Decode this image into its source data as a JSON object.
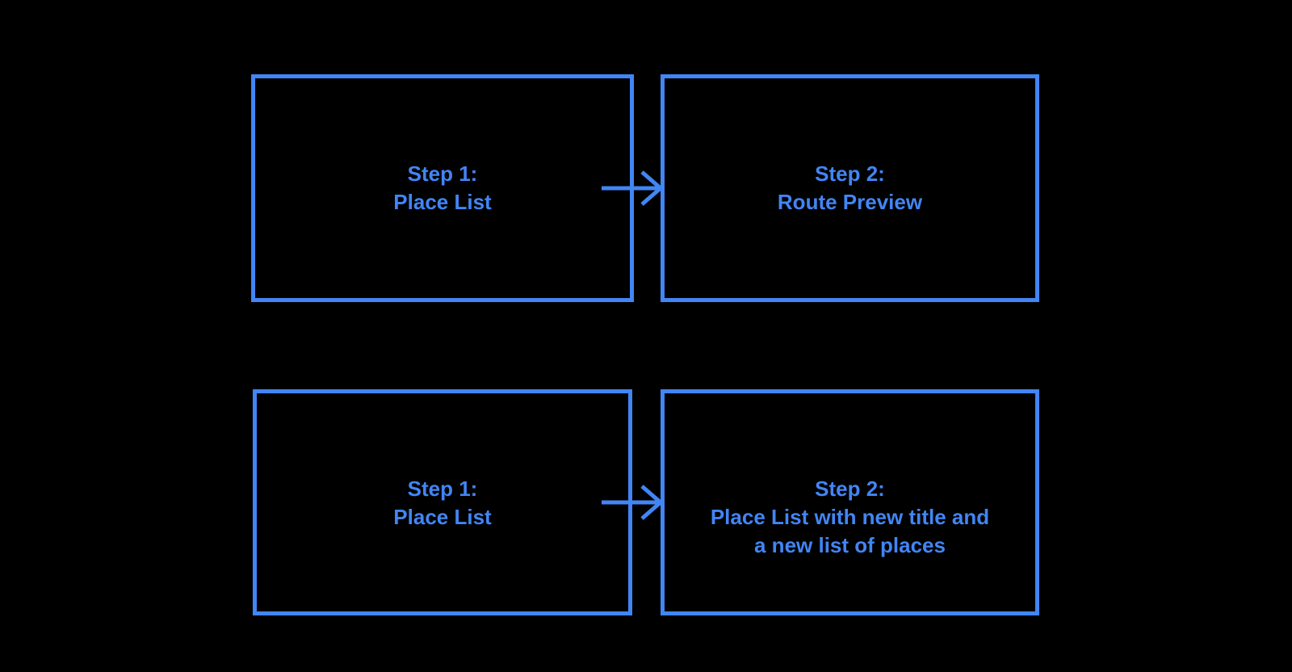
{
  "diagram": {
    "background_color": "#000000",
    "accent_color": "#4285F4",
    "rows": [
      {
        "from": {
          "lines": [
            "Step 1:",
            "Place List"
          ]
        },
        "arrow": "right-arrow",
        "to": {
          "lines": [
            "Step 2:",
            "Route Preview"
          ]
        }
      },
      {
        "from": {
          "lines": [
            "Step 1:",
            "Place List"
          ]
        },
        "arrow": "right-arrow",
        "to": {
          "lines": [
            "Step 2:",
            "Place List with new title and",
            "a new list of places"
          ]
        }
      }
    ]
  }
}
